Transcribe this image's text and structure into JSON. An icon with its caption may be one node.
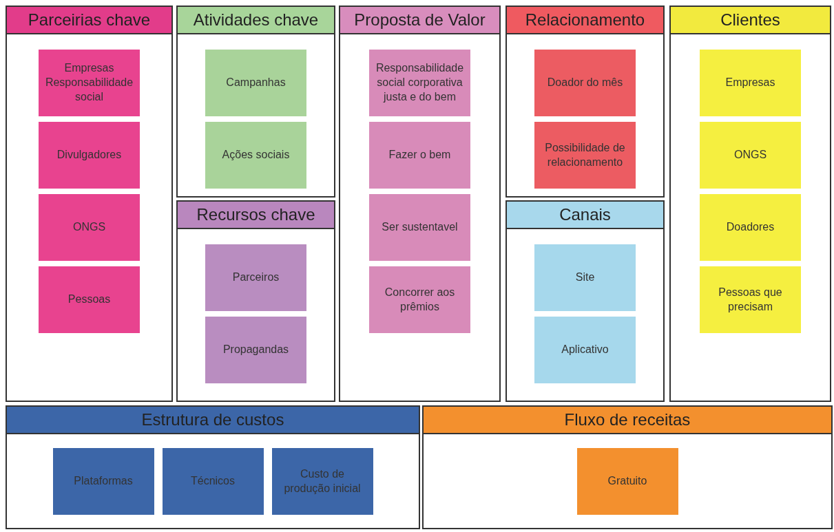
{
  "diagram": {
    "nodes": [
      {
        "text": [
          "Parceirias chave"
        ]
      },
      {
        "text": [
          "Empresas Responsabilidade social"
        ],
        "in": 0
      },
      {
        "text": [
          "Divulgadores"
        ],
        "in": 0
      },
      {
        "text": [
          "ONGS"
        ],
        "in": 0
      },
      {
        "text": [
          "Pessoas"
        ],
        "in": 0
      },
      {
        "text": [
          "Atividades chave"
        ]
      },
      {
        "text": [
          "Campanhas"
        ],
        "in": 5
      },
      {
        "text": [
          "Ações sociais"
        ],
        "in": 5
      },
      {
        "text": [
          "Recursos chave"
        ]
      },
      {
        "text": [
          "Parceiros"
        ],
        "in": 8
      },
      {
        "text": [
          "Propagandas"
        ],
        "in": 8
      },
      {
        "text": [
          "Proposta de Valor"
        ]
      },
      {
        "text": [
          "Responsabilidade social corporativa justa e do bem"
        ],
        "in": 11
      },
      {
        "text": [
          "Fazer o bem"
        ],
        "in": 11
      },
      {
        "text": [
          "Ser sustentavel"
        ],
        "in": 11
      },
      {
        "text": [
          "Concorrer aos prêmios"
        ],
        "in": 11
      },
      {
        "text": [
          "Relacionamento"
        ]
      },
      {
        "text": [
          "Doador do mês"
        ],
        "in": 16
      },
      {
        "text": [
          "Possibilidade de relacionamento"
        ],
        "in": 16
      },
      {
        "text": [
          "Canais"
        ]
      },
      {
        "text": [
          "Site"
        ],
        "in": 19
      },
      {
        "text": [
          "Aplicativo"
        ],
        "in": 19
      },
      {
        "text": [
          "Clientes"
        ]
      },
      {
        "text": [
          "Empresas"
        ],
        "in": 22
      },
      {
        "text": [
          "ONGS"
        ],
        "in": 22
      },
      {
        "text": [
          "Doadores"
        ],
        "in": 22
      },
      {
        "text": [
          "Pessoas que precisam"
        ],
        "in": 22
      },
      {
        "text": [
          "Estrutura de custos"
        ]
      },
      {
        "text": [
          "Plataformas"
        ],
        "in": 27
      },
      {
        "text": [
          "Técnicos"
        ],
        "in": 27
      },
      {
        "text": [
          "Custo de produção inicial"
        ],
        "in": 27
      },
      {
        "text": [
          "Fluxo de receitas"
        ]
      },
      {
        "text": [
          "Gratuito"
        ],
        "in": 31
      }
    ]
  }
}
